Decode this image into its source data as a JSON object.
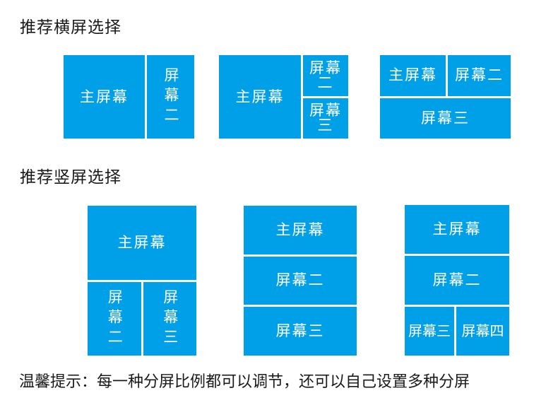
{
  "colors": {
    "screen_fill": "#00a0e9",
    "screen_text": "#ffffff",
    "heading_text": "#1a1a1a",
    "background": "#ffffff"
  },
  "sections": {
    "landscape": {
      "title": "推荐横屏选择",
      "layouts": [
        {
          "id": "main-plus-right-bar",
          "cells": {
            "main": "主屏幕",
            "second": "屏幕二"
          }
        },
        {
          "id": "main-plus-right-split",
          "cells": {
            "main": "主屏幕",
            "second": "屏幕二",
            "third": "屏幕三"
          }
        },
        {
          "id": "top-split-plus-bottom-bar",
          "cells": {
            "main": "主屏幕",
            "second": "屏幕二",
            "third": "屏幕三"
          }
        }
      ]
    },
    "portrait": {
      "title": "推荐竖屏选择",
      "layouts": [
        {
          "id": "main-plus-bottom-split",
          "cells": {
            "main": "主屏幕",
            "second": "屏幕二",
            "third": "屏幕三"
          }
        },
        {
          "id": "three-rows",
          "cells": {
            "main": "主屏幕",
            "second": "屏幕二",
            "third": "屏幕三"
          }
        },
        {
          "id": "two-rows-plus-bottom-split",
          "cells": {
            "main": "主屏幕",
            "second": "屏幕二",
            "third": "屏幕三",
            "fourth": "屏幕四"
          }
        }
      ]
    }
  },
  "note": "温馨提示：每一种分屏比例都可以调节，还可以自己设置多种分屏"
}
